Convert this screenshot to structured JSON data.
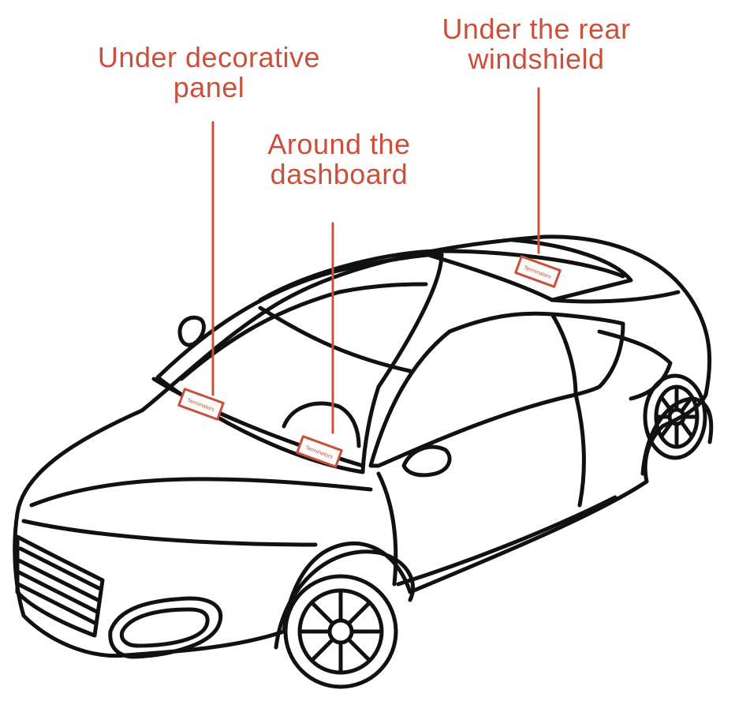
{
  "labels": {
    "decorative_panel": {
      "line1": "Under decorative",
      "line2": "panel"
    },
    "dashboard": {
      "line1": "Around the",
      "line2": "dashboard"
    },
    "rear_windshield": {
      "line1": "Under the rear",
      "line2": "windshield"
    }
  },
  "tags": {
    "tag_text": "Terminators"
  },
  "colors": {
    "accent": "#c9503a",
    "line": "#111111",
    "background": "#ffffff"
  }
}
